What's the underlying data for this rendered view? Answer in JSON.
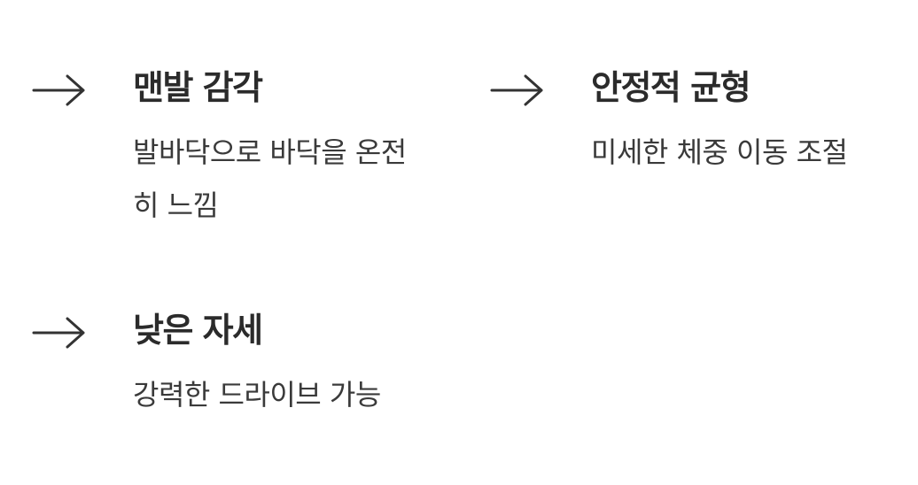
{
  "features": [
    {
      "icon": "arrow-right-icon",
      "title": "맨발 감각",
      "description": "발바닥으로 바닥을 온전히 느낌"
    },
    {
      "icon": "arrow-right-icon",
      "title": "안정적 균형",
      "description": "미세한 체중 이동 조절"
    },
    {
      "icon": "arrow-right-icon",
      "title": "낮은 자세",
      "description": "강력한 드라이브 가능"
    }
  ],
  "colors": {
    "text": "#2f2f2f",
    "background": "#ffffff"
  }
}
